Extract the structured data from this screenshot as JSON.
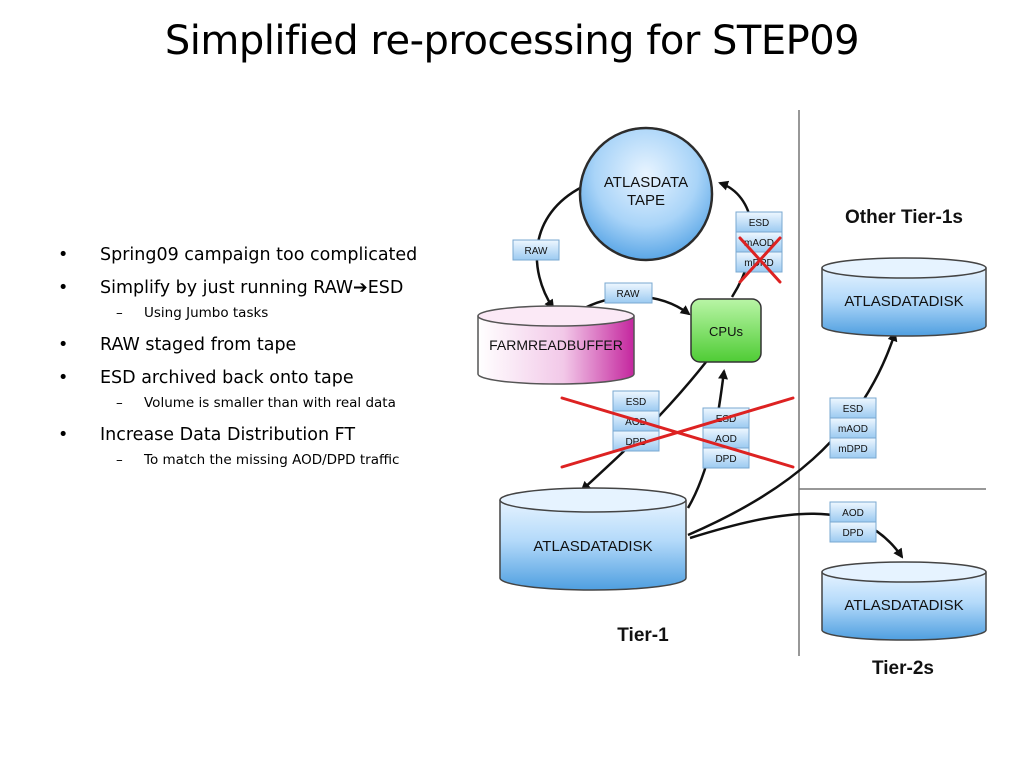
{
  "title": "Simplified re-processing for STEP09",
  "bullets": {
    "b1": "Spring09 campaign too complicated",
    "b2_prefix": "Simplify by just running RAW",
    "b2_arrow": "➔",
    "b2_suffix": "ESD",
    "b2_sub": "Using Jumbo tasks",
    "b3": "RAW staged from tape",
    "b4": "ESD archived back onto tape",
    "b4_sub": "Volume is smaller than with real data",
    "b5": "Increase Data Distribution FT",
    "b5_sub": "To match the missing AOD/DPD traffic",
    "dot": "•",
    "dash": "–"
  },
  "diagram": {
    "tape": {
      "line1": "ATLASDATA",
      "line2": "TAPE"
    },
    "farm": "FARMREADBUFFER",
    "cpus": "CPUs",
    "t1_disk": "ATLASDATADISK",
    "other_disk": "ATLASDATADISK",
    "t2_disk": "ATLASDATADISK",
    "other_tier1s": "Other Tier-1s",
    "tier1": "Tier-1",
    "tier2s": "Tier-2s",
    "raw": "RAW",
    "esd": "ESD",
    "maod": "mAOD",
    "mdpd": "mDPD",
    "aod": "AOD",
    "dpd": "DPD"
  },
  "colors": {
    "blue_light": "#dcefff",
    "blue_dark": "#5aa6e6",
    "green": "#66dd44",
    "magenta": "#cc33aa",
    "cross_red": "#dd2222"
  }
}
